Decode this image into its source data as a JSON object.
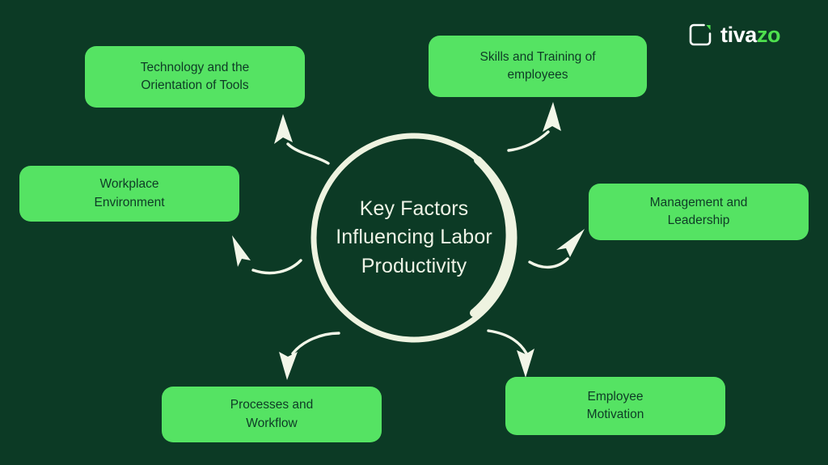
{
  "brand": {
    "name_part1": "tiva",
    "name_part2": "zo",
    "logo_icon": "rounded-square-notch-icon",
    "white": "#ffffff",
    "green": "#4ee04e"
  },
  "theme": {
    "background": "#0c3a25",
    "box_fill": "#55e363",
    "box_text": "#0e3b26",
    "ring_stroke": "#eef3e0",
    "center_text": "#eef3e6",
    "arrow_color": "#f2f6e8"
  },
  "center": {
    "line1": "Key Factors",
    "line2": "Influencing Labor",
    "line3": "Productivity"
  },
  "factors": [
    {
      "id": "technology",
      "line1": "Technology and the",
      "line2": "Orientation of Tools",
      "position": "top-left",
      "arrow": "curved-arrow-up-left-icon"
    },
    {
      "id": "skills",
      "line1": "Skills and Training of",
      "line2": "employees",
      "position": "top-right",
      "arrow": "curved-arrow-up-right-icon"
    },
    {
      "id": "workplace",
      "line1": "Workplace",
      "line2": "Environment",
      "position": "left",
      "arrow": "curved-arrow-left-icon"
    },
    {
      "id": "management",
      "line1": "Management and",
      "line2": "Leadership",
      "position": "right",
      "arrow": "curved-arrow-right-icon"
    },
    {
      "id": "processes",
      "line1": "Processes and",
      "line2": "Workflow",
      "position": "bottom-left",
      "arrow": "curved-arrow-down-left-icon"
    },
    {
      "id": "motivation",
      "line1": "Employee",
      "line2": "Motivation",
      "position": "bottom-right",
      "arrow": "curved-arrow-down-right-icon"
    }
  ]
}
